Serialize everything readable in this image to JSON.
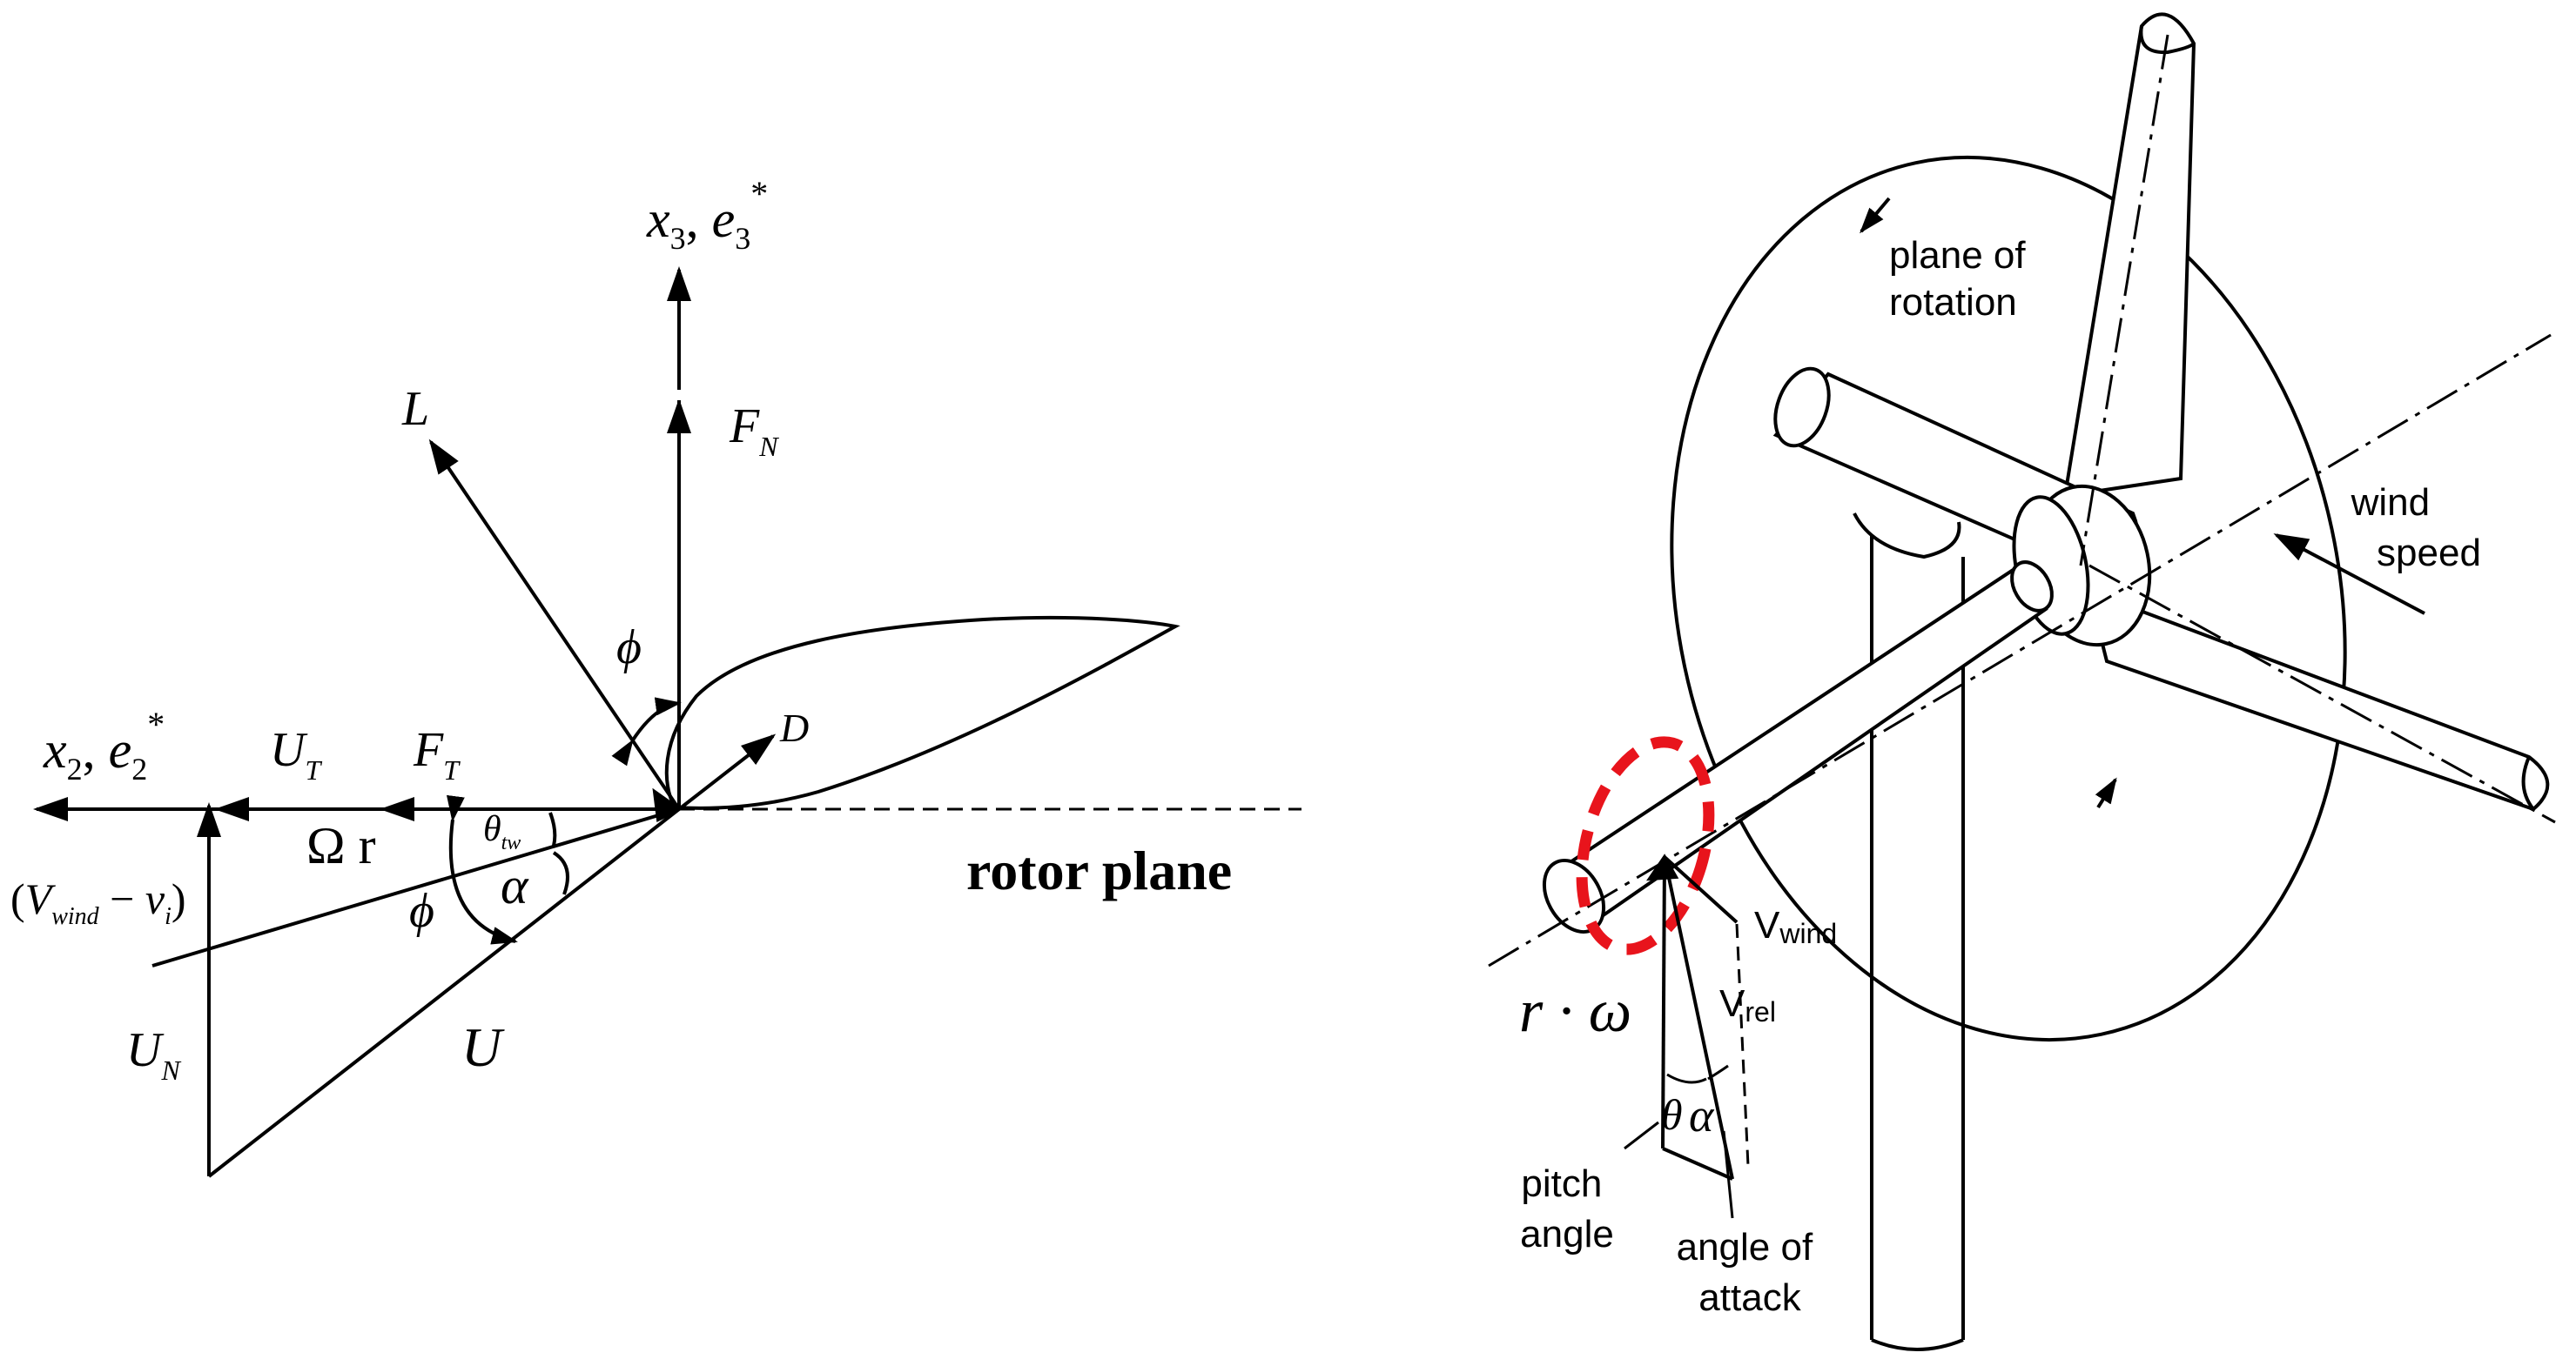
{
  "left_diagram": {
    "axis_x3": {
      "main": "x",
      "sub": "3",
      "sep": ", ",
      "e": "e",
      "esub": "3",
      "sup": "*"
    },
    "axis_x2": {
      "main": "x",
      "sub": "2",
      "sep": ", ",
      "e": "e",
      "esub": "2",
      "sup": "*"
    },
    "lift": "L",
    "normal_force": {
      "main": "F",
      "sub": "N"
    },
    "tangential_force": {
      "main": "F",
      "sub": "T"
    },
    "drag": "D",
    "u_tangential": {
      "main": "U",
      "sub": "T"
    },
    "u_normal": {
      "main": "U",
      "sub": "N"
    },
    "u_resultant": "U",
    "omega_r": "Ω r",
    "inflow": {
      "open": "(",
      "v": "V",
      "vsub": "wind",
      "minus": " − ",
      "vi": "v",
      "visub": "i",
      "close": ")"
    },
    "phi_upper": "ϕ",
    "phi_lower": "ϕ",
    "alpha": "α",
    "theta_tw": {
      "main": "θ",
      "sub": "tw"
    },
    "rotor_plane": "rotor plane"
  },
  "right_diagram": {
    "plane_of_rotation": [
      "plane of",
      "rotation"
    ],
    "wind_speed": [
      "wind",
      "speed"
    ],
    "v_wind": {
      "main": "V",
      "sub": "wind"
    },
    "v_rel": {
      "main": "V",
      "sub": "rel"
    },
    "r_omega": "r · ω",
    "theta": "θ",
    "alpha": "α",
    "pitch_angle": [
      "pitch",
      "angle"
    ],
    "angle_of_attack": [
      "angle of",
      "attack"
    ],
    "highlight_color": "#e8141c"
  }
}
